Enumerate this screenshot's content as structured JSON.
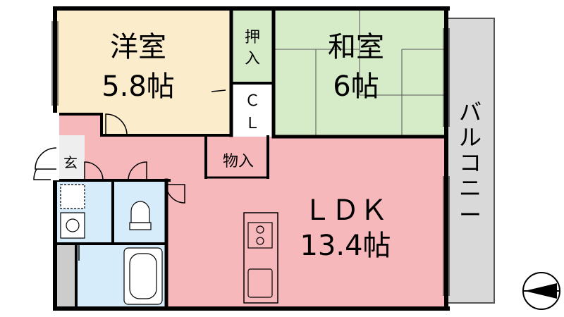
{
  "rooms": {
    "western": {
      "name": "洋室",
      "size": "5.8帖"
    },
    "japanese": {
      "name": "和室",
      "size": "6帖"
    },
    "ldk": {
      "name": "ＬＤＫ",
      "size": "13.4帖"
    },
    "oshiire": {
      "line1": "押",
      "line2": "入"
    },
    "closet": {
      "line1": "Ｃ",
      "line2": "Ｌ"
    },
    "storage": {
      "name": "物入"
    },
    "entrance": {
      "name": "玄"
    },
    "balcony": {
      "chars": [
        "バ",
        "ル",
        "コ",
        "ニ",
        "ー"
      ]
    }
  },
  "colors": {
    "western": "#fbeccc",
    "japanese": "#d6ecc8",
    "ldk": "#f7b8bc",
    "wet": "#d6ecfa",
    "balcony": "#d9d9d9",
    "wall": "#000000"
  },
  "icons": [
    "compass-north-icon",
    "stove-icon",
    "sink-icon",
    "toilet-icon",
    "bathtub-icon",
    "washbasin-icon"
  ]
}
